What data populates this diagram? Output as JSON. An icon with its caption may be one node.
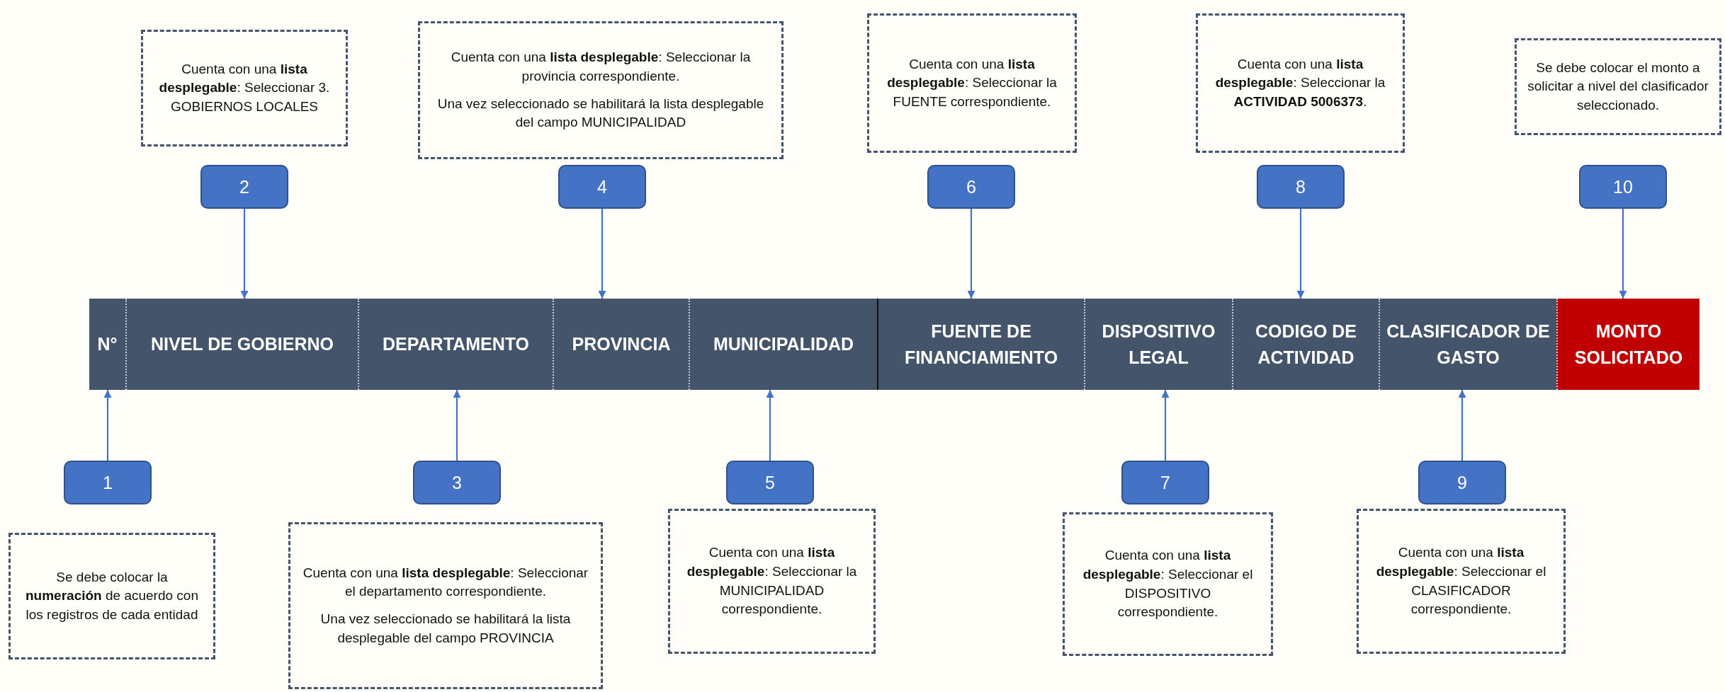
{
  "diagram": {
    "nodes": [
      {
        "text": [
          "Cuenta con una **lista desplegable**: Seleccionar 3. GOBIERNOS LOCALES"
        ]
      },
      {
        "text": [
          "Cuenta con una **lista desplegable**: Seleccionar la provincia correspondiente.",
          "Una vez seleccionado se habilitará la lista desplegable del campo MUNICIPALIDAD"
        ]
      },
      {
        "text": [
          "Cuenta con una **lista desplegable**: Seleccionar la FUENTE correspondiente."
        ]
      },
      {
        "text": [
          "Cuenta con una **lista desplegable**: Seleccionar la **ACTIVIDAD 5006373**."
        ]
      },
      {
        "text": [
          "Se debe colocar el monto a solicitar a nivel del clasificador seleccionado."
        ]
      },
      {
        "text": [
          "2"
        ]
      },
      {
        "text": [
          "4"
        ]
      },
      {
        "text": [
          "6"
        ]
      },
      {
        "text": [
          "8"
        ]
      },
      {
        "text": [
          "10"
        ]
      },
      {
        "text": [
          "N°"
        ]
      },
      {
        "text": [
          "NIVEL DE GOBIERNO"
        ]
      },
      {
        "text": [
          "DEPARTAMENTO"
        ]
      },
      {
        "text": [
          "PROVINCIA"
        ]
      },
      {
        "text": [
          "MUNICIPALIDAD"
        ]
      },
      {
        "text": [
          "FUENTE DE FINANCIAMIENTO"
        ]
      },
      {
        "text": [
          "DISPOSITIVO LEGAL"
        ]
      },
      {
        "text": [
          "CODIGO DE ACTIVIDAD"
        ]
      },
      {
        "text": [
          "CLASIFICADOR DE GASTO"
        ]
      },
      {
        "text": [
          "MONTO SOLICITADO"
        ]
      },
      {
        "text": [
          "1"
        ]
      },
      {
        "text": [
          "3"
        ]
      },
      {
        "text": [
          "5"
        ]
      },
      {
        "text": [
          "7"
        ]
      },
      {
        "text": [
          "9"
        ]
      },
      {
        "text": [
          "Se debe colocar la **numeración** de acuerdo con los registros de cada entidad"
        ]
      },
      {
        "text": [
          "Cuenta con una **lista desplegable**: Seleccionar el departamento correspondiente.",
          "Una vez seleccionado se habilitará la lista desplegable del campo PROVINCIA"
        ]
      },
      {
        "text": [
          "Cuenta con una **lista desplegable**: Seleccionar la MUNICIPALIDAD correspondiente."
        ]
      },
      {
        "text": [
          "Cuenta con una **lista desplegable**: Seleccionar el DISPOSITIVO correspondiente."
        ]
      },
      {
        "text": [
          "Cuenta con una **lista desplegable**: Seleccionar el CLASIFICADOR correspondiente."
        ]
      }
    ],
    "edges": [
      {
        "from": 5,
        "to": 11,
        "arrow": "to"
      },
      {
        "from": 6,
        "to": 13,
        "arrow": "to"
      },
      {
        "from": 7,
        "to": 15,
        "arrow": "to"
      },
      {
        "from": 8,
        "to": 17,
        "arrow": "to"
      },
      {
        "from": 9,
        "to": 19,
        "arrow": "to"
      },
      {
        "from": 20,
        "to": 10,
        "arrow": "to"
      },
      {
        "from": 21,
        "to": 12,
        "arrow": "to"
      },
      {
        "from": 22,
        "to": 14,
        "arrow": "to"
      },
      {
        "from": 23,
        "to": 16,
        "arrow": "to"
      },
      {
        "from": 24,
        "to": 18,
        "arrow": "to"
      }
    ]
  }
}
